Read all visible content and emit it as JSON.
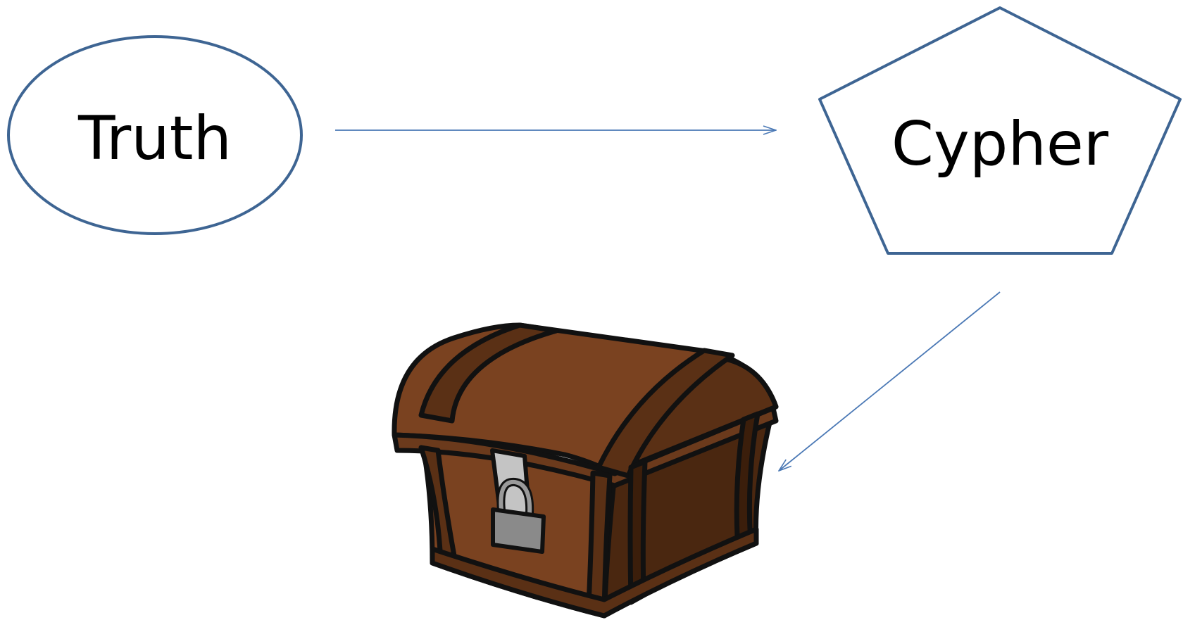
{
  "nodes": [
    {
      "id": "truth",
      "shape": "ellipse",
      "label": "Truth"
    },
    {
      "id": "cypher",
      "shape": "pentagon",
      "label": "Cypher"
    }
  ],
  "edges": [
    {
      "from": "truth",
      "to": "cypher"
    },
    {
      "from": "cypher",
      "to": "treasure-chest"
    }
  ],
  "image": {
    "subject": "locked-treasure-chest",
    "icon": "padlock-icon"
  },
  "colors": {
    "shape_stroke": "#3e6593",
    "arrow": "#4a78b5",
    "wood_light": "#7a4220",
    "wood_dark": "#4a2710",
    "outline": "#111111",
    "lock": "#8a8a8a",
    "hasp": "#c4c4c4"
  }
}
